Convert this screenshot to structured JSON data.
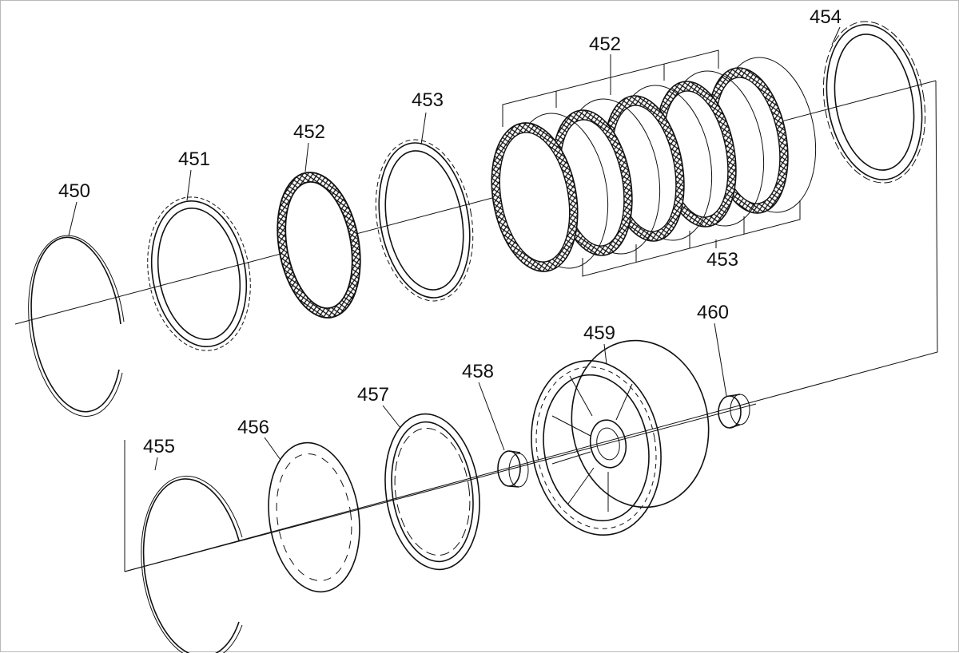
{
  "diagram": {
    "labels": {
      "l450": "450",
      "l451": "451",
      "l452a": "452",
      "l452b": "452",
      "l453a": "453",
      "l453b": "453",
      "l454": "454",
      "l455": "455",
      "l456": "456",
      "l457": "457",
      "l458": "458",
      "l459": "459",
      "l460": "460"
    }
  }
}
